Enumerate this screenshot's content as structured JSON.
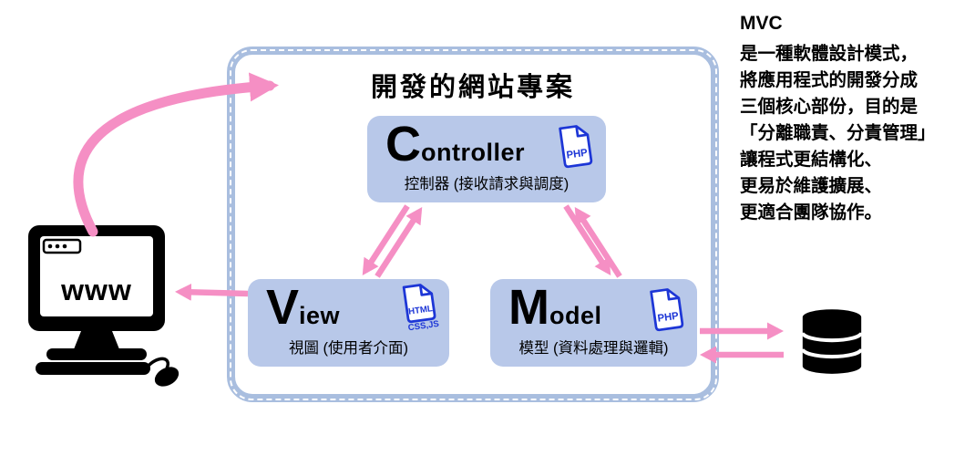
{
  "title": "開發的網站專案",
  "boxes": {
    "controller": {
      "initial": "C",
      "rest": "ontroller",
      "subtitle": "控制器 (接收請求與調度)",
      "icon": {
        "label": "PHP"
      }
    },
    "view": {
      "initial": "V",
      "rest": "iew",
      "subtitle": "視圖 (使用者介面)",
      "icon": {
        "label_line1": "HTML",
        "label_line2": "CSS,JS"
      }
    },
    "model": {
      "initial": "M",
      "rest": "odel",
      "subtitle": "模型 (資料處理與邏輯)",
      "icon": {
        "label": "PHP"
      }
    }
  },
  "computer": {
    "screen_label": "www"
  },
  "description": {
    "title": "MVC",
    "lines": [
      "是一種軟體設計模式，",
      "將應用程式的開發分成",
      "三個核心部份，目的是",
      "「分離職責、分責管理」",
      "讓程式更結構化、",
      "更易於維護擴展、",
      "更適合團隊協作。"
    ]
  },
  "colors": {
    "box_fill": "#b8c8e9",
    "container_border": "#a9bedf",
    "container_dash": "#ffffff",
    "arrow_pink": "#f58fc4",
    "file_icon_blue": "#1d36d6",
    "text": "#000000"
  }
}
